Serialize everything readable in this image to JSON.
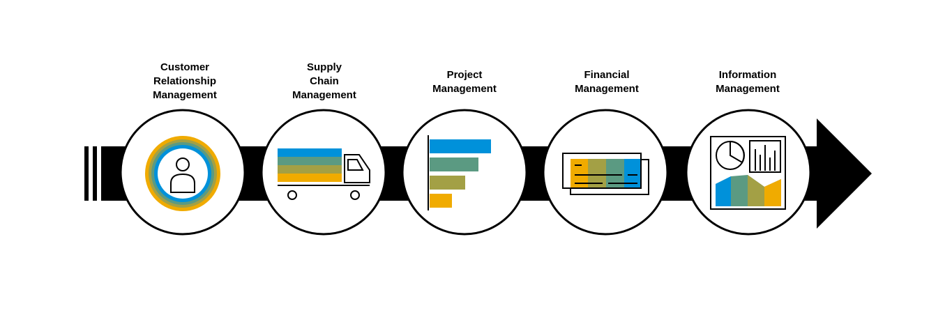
{
  "steps": [
    {
      "lines": [
        "Customer",
        "Relationship",
        "Management"
      ],
      "icon": "customer-icon"
    },
    {
      "lines": [
        "Supply",
        "Chain",
        "Management"
      ],
      "icon": "truck-icon"
    },
    {
      "lines": [
        "Project",
        "Management"
      ],
      "icon": "bar-chart-icon"
    },
    {
      "lines": [
        "Financial",
        "Management"
      ],
      "icon": "check-document-icon"
    },
    {
      "lines": [
        "Information",
        "Management"
      ],
      "icon": "dashboard-icon"
    }
  ],
  "colors": {
    "blue": "#0091da",
    "teal": "#5b9a82",
    "olive": "#a3a045",
    "gold": "#f0ab00",
    "black": "#000000"
  }
}
